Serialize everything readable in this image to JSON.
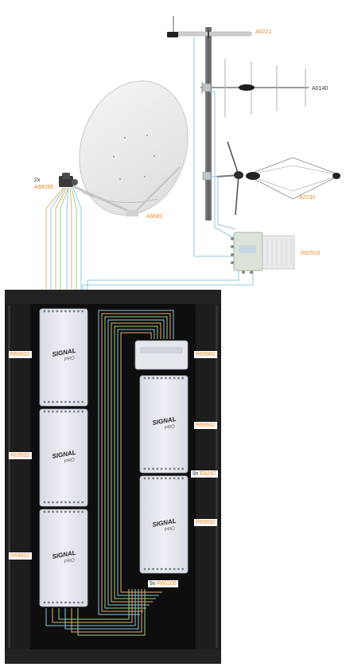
{
  "labels": {
    "a0221": "A0221",
    "a0140": "A0140",
    "a2230": "A2230",
    "r82516": "R82516",
    "a9682": "A9682",
    "lnb_count": "2x",
    "a98266": "A98266",
    "r69932_1": "R69932",
    "r69932_2": "R69932",
    "r69932_3": "R69932",
    "r69932_4": "R69932",
    "r69932_5": "R69932",
    "r69900": "R69900",
    "e8242_count": "9x",
    "e8242": "E8242",
    "r66205_count": "9x",
    "r66205": "R66205",
    "brand_top": "SIGNAL",
    "brand_bottom": "PRO"
  },
  "colors": {
    "label_orange": "#e98a2a",
    "cabinet": "#141414",
    "mast": "#6d6d6d",
    "cable_blue": "#8fc7df",
    "cable_orange": "#e5b06a",
    "cable_green": "#9fcf7e",
    "switch_body": "#e6e9ef"
  }
}
